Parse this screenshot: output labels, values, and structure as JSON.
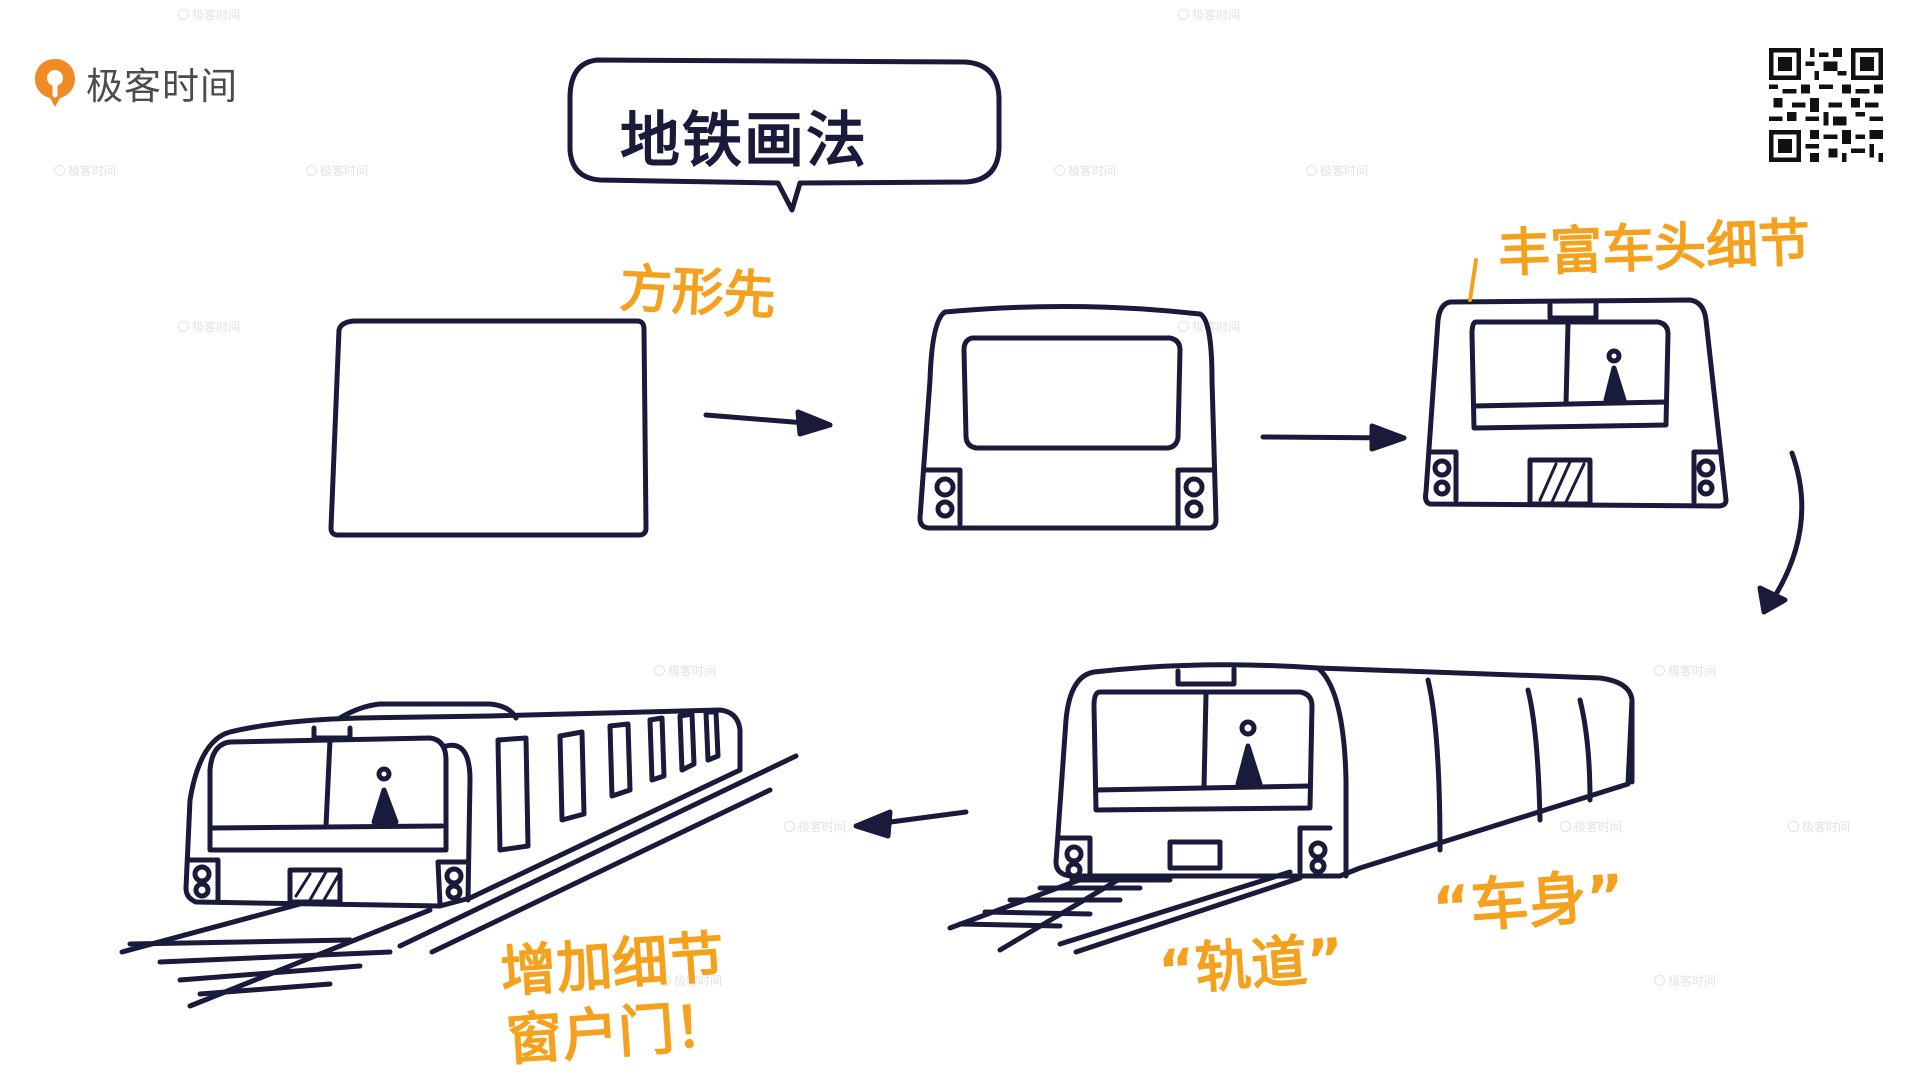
{
  "brand": {
    "name": "极客时间",
    "accent": "#f4a11d"
  },
  "watermark": {
    "text": "极客时间"
  },
  "title": "地铁画法",
  "labels": {
    "step1": "方形先",
    "step3": "丰富车头细节",
    "body": "“车身”",
    "track": "“轨道”",
    "details_line1": "增加细节",
    "details_line2": "窗户门！"
  },
  "colors": {
    "ink": "#1a1a3a",
    "annotation": "#f4a11d",
    "logo": "#f08a24",
    "logo_text": "#4c4c4c"
  }
}
